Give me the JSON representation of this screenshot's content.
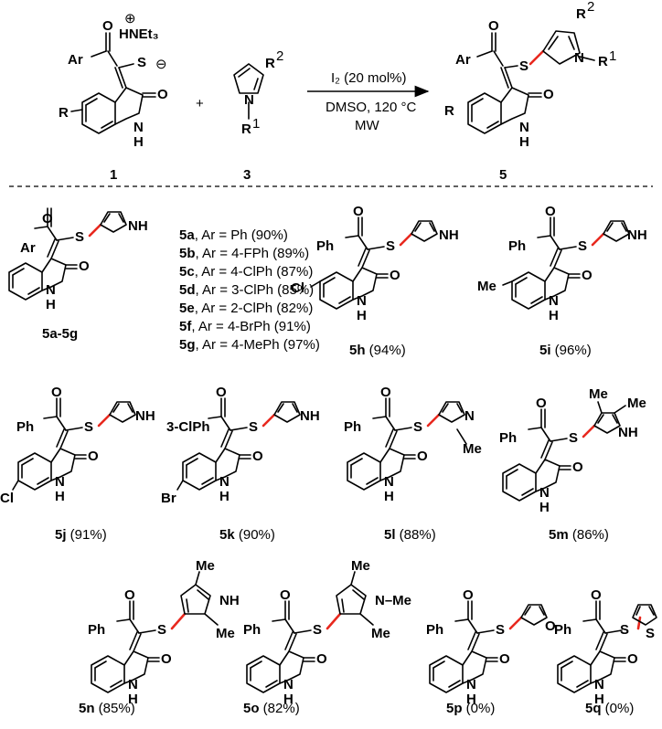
{
  "reaction": {
    "reactant1_number": "1",
    "reactant3_number": "3",
    "product_number": "5",
    "plus": "+",
    "condition_line1": "I₂ (20 mol%)",
    "condition_line2": "DMSO, 120 °C",
    "condition_line3": "MW",
    "cation_label": "HNEt₃",
    "cation_charge": "⊕",
    "anion_charge": "⊖"
  },
  "series_5a_5g": {
    "label": "5a-5g",
    "entries": [
      {
        "id": "5a",
        "text": ", Ar = Ph (90%)"
      },
      {
        "id": "5b",
        "text": ", Ar = 4-FPh (89%)"
      },
      {
        "id": "5c",
        "text": ", Ar = 4-ClPh (87%)"
      },
      {
        "id": "5d",
        "text": ", Ar = 3-ClPh (85%)"
      },
      {
        "id": "5e",
        "text": ", Ar = 2-ClPh (82%)"
      },
      {
        "id": "5f",
        "text": ", Ar = 4-BrPh (91%)"
      },
      {
        "id": "5g",
        "text": ", Ar = 4-MePh (97%)"
      }
    ]
  },
  "compounds": [
    {
      "id": "5h",
      "yield": " (94%)"
    },
    {
      "id": "5i",
      "yield": " (96%)"
    },
    {
      "id": "5j",
      "yield": " (91%)"
    },
    {
      "id": "5k",
      "yield": " (90%)"
    },
    {
      "id": "5l",
      "yield": " (88%)"
    },
    {
      "id": "5m",
      "yield": " (86%)"
    },
    {
      "id": "5n",
      "yield": " (85%)"
    },
    {
      "id": "5o",
      "yield": " (82%)"
    },
    {
      "id": "5p",
      "yield": " (0%)"
    },
    {
      "id": "5q",
      "yield": " (0%)"
    }
  ],
  "atoms": {
    "Ar": "Ar",
    "Ph": "Ph",
    "ClPh3": "3-ClPh",
    "R": "R",
    "R1": "R",
    "R2": "R",
    "sup1": "1",
    "sup2": "2",
    "O": "O",
    "S": "S",
    "N": "N",
    "H": "H",
    "NH": "NH",
    "Cl": "Cl",
    "Br": "Br",
    "Me": "Me",
    "NMe": "N–Me"
  }
}
